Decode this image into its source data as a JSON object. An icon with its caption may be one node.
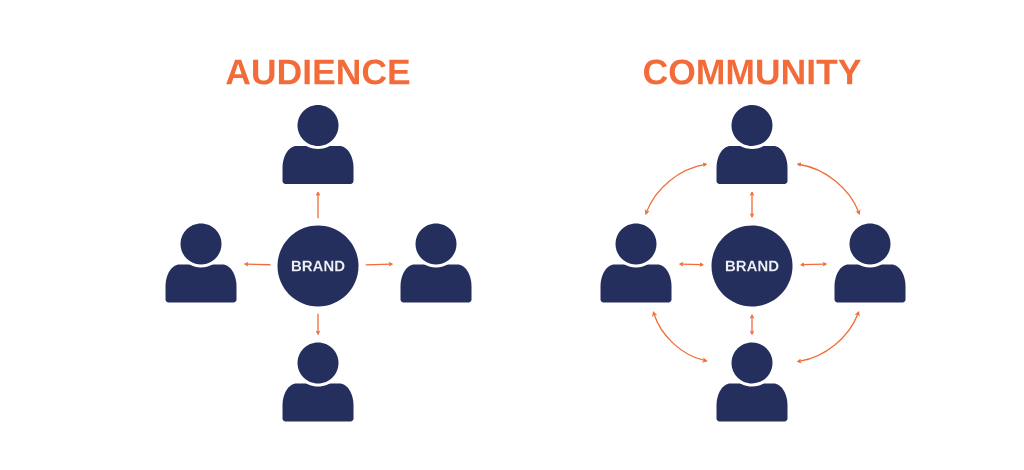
{
  "diagram": {
    "nodes": [
      {
        "text": [],
        "shape": "person"
      },
      {
        "text": [],
        "shape": "person"
      },
      {
        "text": [
          "BRAND"
        ]
      },
      {
        "text": [],
        "shape": "person"
      },
      {
        "text": [],
        "shape": "person"
      },
      {
        "text": [],
        "shape": "person"
      },
      {
        "text": [],
        "shape": "person"
      },
      {
        "text": [
          "BRAND"
        ]
      },
      {
        "text": [],
        "shape": "person"
      },
      {
        "text": [],
        "shape": "person"
      }
    ],
    "edges": [
      {
        "from": 2,
        "to": 0,
        "arrow": "to"
      },
      {
        "from": 2,
        "to": 1,
        "arrow": "to"
      },
      {
        "from": 2,
        "to": 3,
        "arrow": "to"
      },
      {
        "from": 2,
        "to": 4,
        "arrow": "to"
      },
      {
        "from": 7,
        "to": 5,
        "arrow": "both"
      },
      {
        "from": 7,
        "to": 6,
        "arrow": "both"
      },
      {
        "from": 7,
        "to": 8,
        "arrow": "both"
      },
      {
        "from": 7,
        "to": 9,
        "arrow": "both"
      },
      {
        "from": 5,
        "to": 6,
        "arrow": "both"
      },
      {
        "from": 5,
        "to": 8,
        "arrow": "both"
      },
      {
        "from": 6,
        "to": 9,
        "arrow": "both"
      },
      {
        "from": 8,
        "to": 9,
        "arrow": "both"
      }
    ],
    "labels": [
      "AUDIENCE",
      "COMMUNITY"
    ]
  }
}
